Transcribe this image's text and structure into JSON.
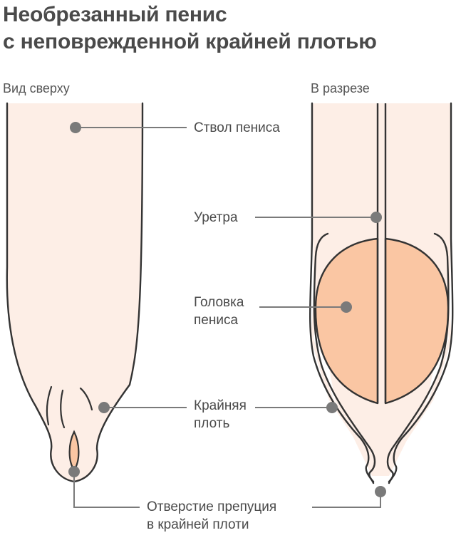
{
  "title": {
    "line1": "Необрезанный пенис",
    "line2": "с неповрежденной крайней плотью"
  },
  "views": {
    "top": "Вид сверху",
    "section": "В разрезе"
  },
  "labels": {
    "shaft": "Ствол пениса",
    "urethra": "Уретра",
    "glans_line1": "Головка",
    "glans_line2": "пениса",
    "foreskin_line1": "Крайняя",
    "foreskin_line2": "плоть",
    "opening_line1": "Отверстие препуция",
    "opening_line2": "в крайней плоти"
  },
  "colors": {
    "skin": "#fdeee6",
    "glans": "#fac6a3",
    "outline": "#333333",
    "marker": "#7a7a7a",
    "leader": "#7a7a7a"
  }
}
